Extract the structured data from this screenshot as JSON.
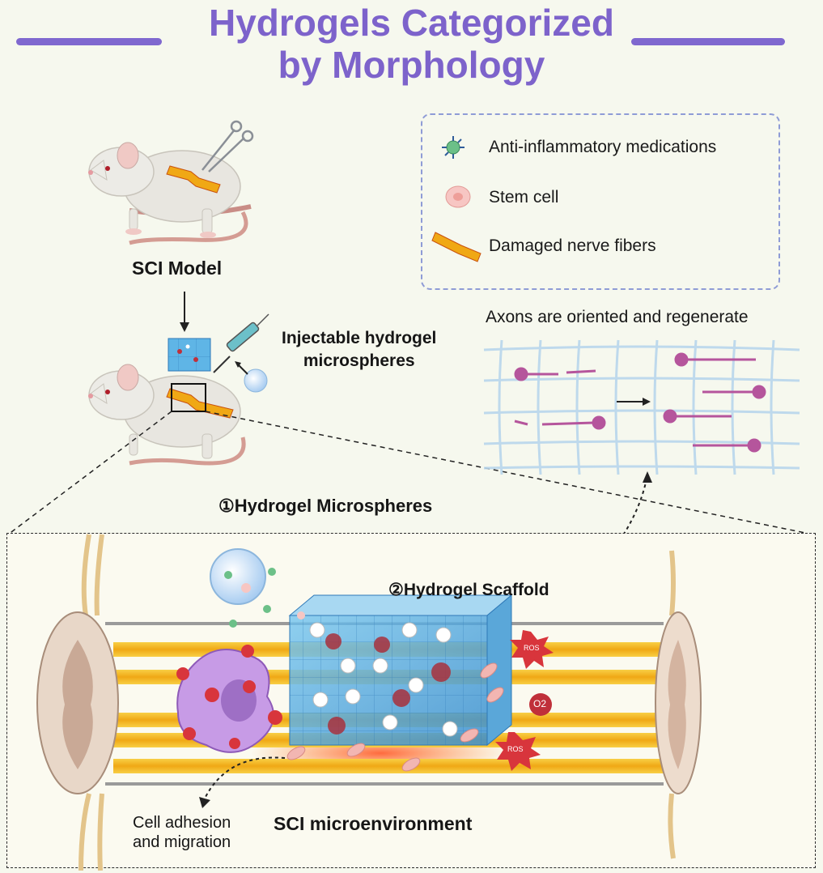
{
  "title": {
    "line1": "Hydrogels Categorized",
    "line2": "by Morphology"
  },
  "legend": {
    "items": [
      {
        "icon": "anti-inflammatory-medication-icon",
        "label": "Anti-inflammatory medications"
      },
      {
        "icon": "stem-cell-icon",
        "label": "Stem cell"
      },
      {
        "icon": "damaged-nerve-fiber-icon",
        "label": "Damaged nerve fibers"
      }
    ]
  },
  "labels": {
    "sci_model": "SCI Model",
    "injectable_line1": "Injectable hydrogel",
    "injectable_line2": "microspheres",
    "axons": "Axons are oriented and regenerate",
    "microspheres": "①Hydrogel Microspheres",
    "scaffold": "②Hydrogel Scaffold",
    "microenvironment": "SCI microenvironment",
    "adhesion_line1": "Cell adhesion",
    "adhesion_line2": "and migration",
    "ros": "ROS",
    "o2": "O2"
  },
  "colors": {
    "title": "#7d63cb",
    "legend_border": "#8f9cd6",
    "fiber": "#f4b61f",
    "hydrogel": "#4a9fd6",
    "ros": "#d8353c",
    "macrophage": "#c79be6",
    "neuron": "#b5559c"
  }
}
